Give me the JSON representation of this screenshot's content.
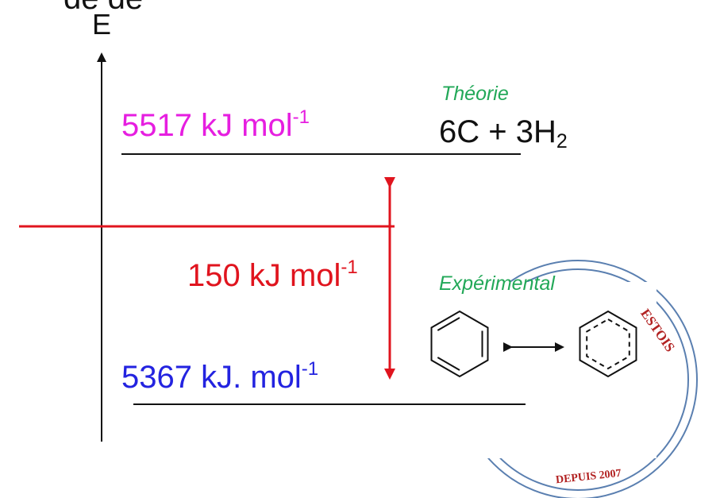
{
  "top_fragment": "de de",
  "axis": {
    "label": "E"
  },
  "upper": {
    "energy": "5517 kJ mol",
    "energy_exp": "-1",
    "tag": "Théorie",
    "formula_a": "6C + 3H",
    "formula_sub": "2"
  },
  "difference": {
    "energy": "150 kJ mol",
    "energy_exp": "-1"
  },
  "lower": {
    "energy": "5367 kJ. mol",
    "energy_exp": "-1",
    "tag": "Expérimental"
  },
  "stamp": {
    "arc_text": "ESTOIS",
    "bottom_text": "DEPUIS 2007"
  },
  "colors": {
    "upper_energy": "#e61ee0",
    "lower_energy": "#2323e0",
    "difference": "#e0141e",
    "tag": "#22a858",
    "stamp": "#5a7fb0",
    "stamp_text": "#b22222",
    "ink": "#111111"
  }
}
